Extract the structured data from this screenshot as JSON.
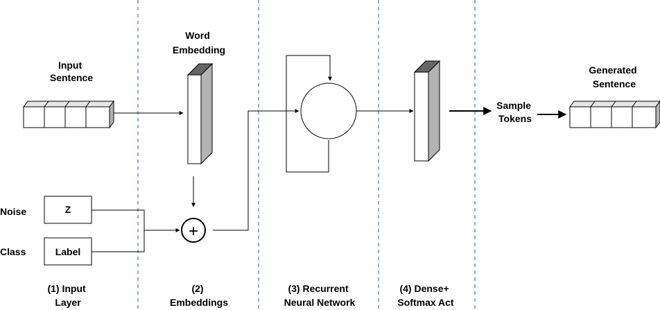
{
  "labels": {
    "input_sentence": [
      "Input",
      "Sentence"
    ],
    "word_embedding": [
      "Word",
      "Embedding"
    ],
    "generated_sentence": [
      "Generated",
      "Sentence"
    ],
    "sample_tokens": [
      "Sample",
      "Tokens"
    ],
    "noise": "Noise",
    "class": "Class",
    "z_box": "Z",
    "label_box": "Label",
    "plus_symbol": "+"
  },
  "stages": [
    {
      "lines": [
        "(1) Input",
        "Layer"
      ]
    },
    {
      "lines": [
        "(2)",
        "Embeddings"
      ]
    },
    {
      "lines": [
        "(3) Recurrent",
        "Neural Network"
      ]
    },
    {
      "lines": [
        "(4) Dense+",
        "Softmax Act"
      ]
    }
  ],
  "colors": {
    "divider": "#6C8EBF",
    "cube_side": "#b3b3b3",
    "cube_top": "#e6e6e6",
    "layer_top": "#666666"
  }
}
